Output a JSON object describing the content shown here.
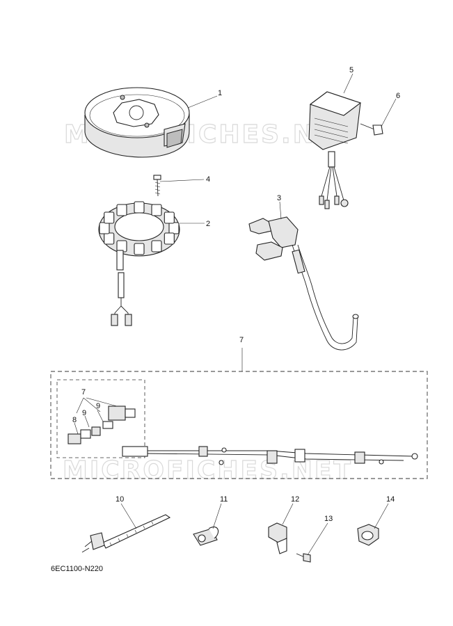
{
  "watermark": "MICROFICHES.NET",
  "diagram_code": "6EC1100-N220",
  "callouts": {
    "flywheel": "1",
    "stator_coil": "2",
    "pulser_coil": "3",
    "stator_bolt": "4",
    "rectifier_regulator": "5",
    "regulator_bolt": "6",
    "wire_harness": "7",
    "inset_harness": "7",
    "inset_coupler_8": "8",
    "inset_coupler_9a": "9",
    "inset_coupler_9b": "9",
    "cable_tie": "10",
    "holder_11": "11",
    "bracket_12": "12",
    "bracket_bolt_13": "13",
    "clamp_14": "14"
  }
}
